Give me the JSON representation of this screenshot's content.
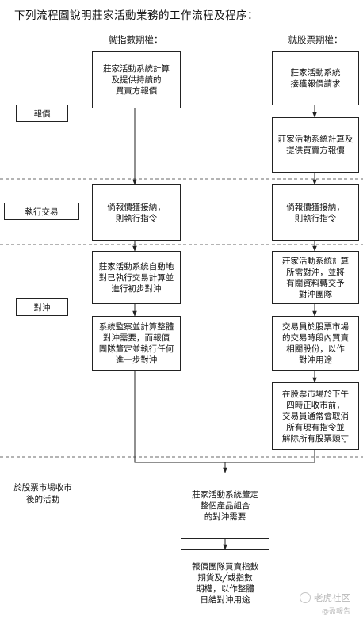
{
  "intro": "下列流程圖說明莊家活動業務的工作流程及程序：",
  "columns": {
    "futures": "就指數期權：",
    "stock": "就股票期權："
  },
  "stages": {
    "quote": "報價",
    "execute": "執行交易",
    "hedge": "對沖",
    "after_market": "於股票市場收市\n後的活動"
  },
  "boxes": {
    "f_quote": "莊家活動系統計算\n及提供持續的\n買賣方報價",
    "s_request": "莊家活動系統\n接獲報價請求",
    "s_quote": "莊家活動系統計算及\n提供買賣方報價",
    "f_execute": "倘報價獲接納，\n則執行指令",
    "s_execute": "倘報價獲接納，\n則執行指令",
    "f_hedge1": "莊家活動系統自動地\n對已執行交易計算並\n進行初步對沖",
    "f_hedge2": "系統監察並計算整體\n對沖需要，而報價\n團隊釐定並執行任何\n進一步對沖",
    "s_hedge1": "莊家活動系統計算\n所需對沖，並將\n有關資料轉交予\n對沖團隊",
    "s_hedge2": "交易員於股票市場\n的交易時段內買賣\n相關股份，以作\n對沖用途",
    "s_hedge3": "在股票市場於下午\n四時正收市前，\n交易員通常會取消\n所有現有指令並\n解除所有股票頭寸",
    "a_define": "莊家活動系統釐定\n整個產品組合\n的對沖需要",
    "a_hedge": "報價團隊買賣指數\n期貨及╱或指數\n期權，以作整體\n日結對沖用途"
  },
  "watermark": {
    "main": "老虎社区",
    "sub": "@盈報告"
  }
}
